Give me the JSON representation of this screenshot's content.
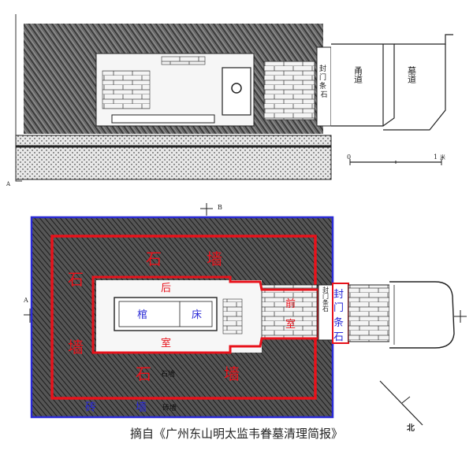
{
  "top_plan": {
    "side_label": "A",
    "passage_labels": [
      "甬道",
      "墓道"
    ],
    "seal_stone_label": "封门条石",
    "scale": {
      "zero": "0",
      "one": "1",
      "unit": "米"
    }
  },
  "bottom_plan": {
    "section_marker_top": "B",
    "section_marker_left": "A",
    "north": "北",
    "labels": {
      "stone_wall_top": [
        "石",
        "墙"
      ],
      "stone_wall_left": [
        "石",
        "墙"
      ],
      "stone_wall_bottom": [
        "石",
        "墙"
      ],
      "rear_chamber": [
        "后",
        "室"
      ],
      "coffin_bed": [
        "棺",
        "床"
      ],
      "front_chamber": [
        "前",
        "室"
      ],
      "seal_stone": [
        "封",
        "门",
        "条",
        "石"
      ],
      "brick_wall": [
        "砖",
        "墙"
      ],
      "inner_seal_text": "封门条石",
      "small_stone_wall": "石墙",
      "small_brick_wall": "砖墙"
    },
    "colors": {
      "stone_wall_outline": "#e8121b",
      "brick_wall_outline": "#2a2ad6"
    }
  },
  "caption": "摘自《广州东山明太监韦眷墓清理简报》"
}
